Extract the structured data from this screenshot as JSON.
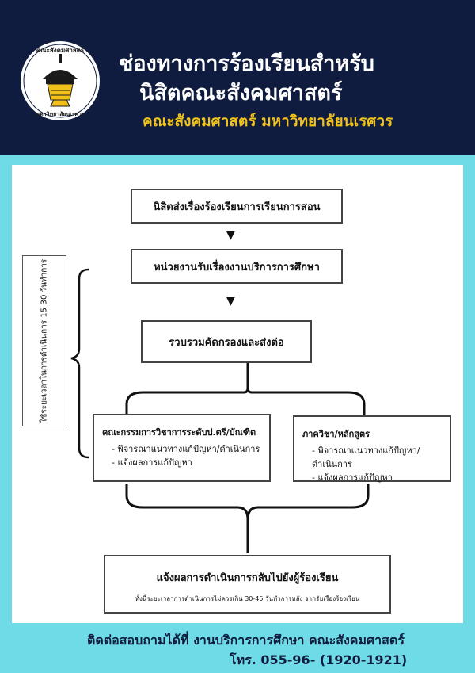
{
  "header": {
    "title_line1": "ช่องทางการร้องเรียนสำหรับ",
    "title_line2": "นิสิตคณะสังคมศาสตร์",
    "subtitle": "คณะสังคมศาสตร์ มหาวิทยาลัยนเรศวร",
    "logo": {
      "top_text": "คณะสังคมศาสตร์",
      "bottom_text": "มหาวิทยาลัยนเรศวร"
    }
  },
  "flow": {
    "step1": "นิสิตส่งเรื่องร้องเรียนการเรียนการสอน",
    "step2": "หน่วยงานรับเรื่องงานบริการการศึกษา",
    "step3": "รวบรวมคัดกรองและส่งต่อ",
    "timeframe": "ใช้ระยะเวลาในการดำเนินการ 15-30 วันทำการ",
    "left_branch": {
      "title": "คณะกรรมการวิชาการระดับป.ตรี/บัณฑิต",
      "items": [
        "พิจารณาแนวทางแก้ปัญหา/ดำเนินการ",
        "แจ้งผลการแก้ปัญหา"
      ]
    },
    "right_branch": {
      "title": "ภาควิชา/หลักสูตร",
      "items": [
        "พิจารณาแนวทางแก้ปัญหา/ดำเนินการ",
        "แจ้งผลการแก้ปัญหา"
      ]
    },
    "final": {
      "title": "แจ้งผลการดำเนินการกลับไปยังผู้ร้องเรียน",
      "note": "ทั้งนี้ระยะเวลาการดำเนินการไม่ควรเกิน 30-45 วันทำการหลัง จากรับเรื่องร้องเรียน"
    }
  },
  "footer": {
    "contact": "ติดต่อสอบถามได้ที่ งานบริการการศึกษา คณะสังคมศาสตร์",
    "phone": "โทร. 055-96- (1920-1921)"
  },
  "colors": {
    "header_bg": "#0f1c3f",
    "accent_yellow": "#f2c21b",
    "page_bg": "#6fdbe6"
  }
}
